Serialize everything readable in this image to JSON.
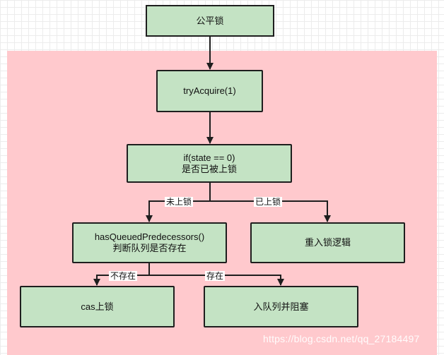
{
  "nodes": {
    "fair_lock": "公平锁",
    "try_acquire": "tryAcquire(1)",
    "if_state_line1": "if(state == 0)",
    "if_state_line2": "是否已被上锁",
    "has_queued_line1": "hasQueuedPredecessors()",
    "has_queued_line2": "判断队列是否存在",
    "reentrant": "重入锁逻辑",
    "cas_lock": "cas上锁",
    "enqueue_block": "入队列并阻塞"
  },
  "edge_labels": {
    "not_locked": "未上锁",
    "already_locked": "已上锁",
    "not_exist": "不存在",
    "exist": "存在"
  },
  "watermark": "https://blog.csdn.net/qq_27184497",
  "colors": {
    "node_fill": "#c4e3c4",
    "node_border": "#1e1e1e",
    "region_fill": "#ffc9cd",
    "line": "#1e1e1e"
  }
}
